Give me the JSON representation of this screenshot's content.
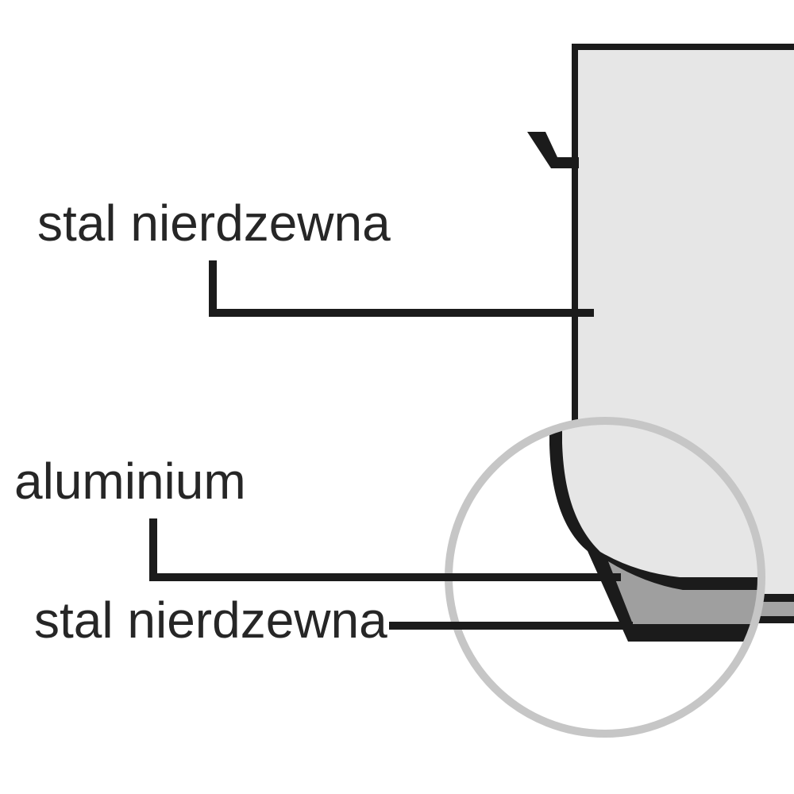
{
  "diagram": {
    "title_semantic": "pot bottom construction diagram",
    "labels": {
      "steel_top": "stal nierdzewna",
      "aluminium": "aluminium",
      "steel_bottom": "stal nierdzewna"
    },
    "layers": [
      {
        "name": "inner layer",
        "material": "stal nierdzewna"
      },
      {
        "name": "core layer",
        "material": "aluminium"
      },
      {
        "name": "outer layer",
        "material": "stal nierdzewna"
      }
    ]
  },
  "colors": {
    "background": "#ffffff",
    "line": "#1b1b1b",
    "text": "#262626",
    "pot_body": "#e6e6e6",
    "aluminium_core": "#9f9f9f",
    "bottom_core_outside": "#a4a4a4",
    "magnifier_ring": "#c6c6c6",
    "magnifier_fill": "#ffffff"
  }
}
